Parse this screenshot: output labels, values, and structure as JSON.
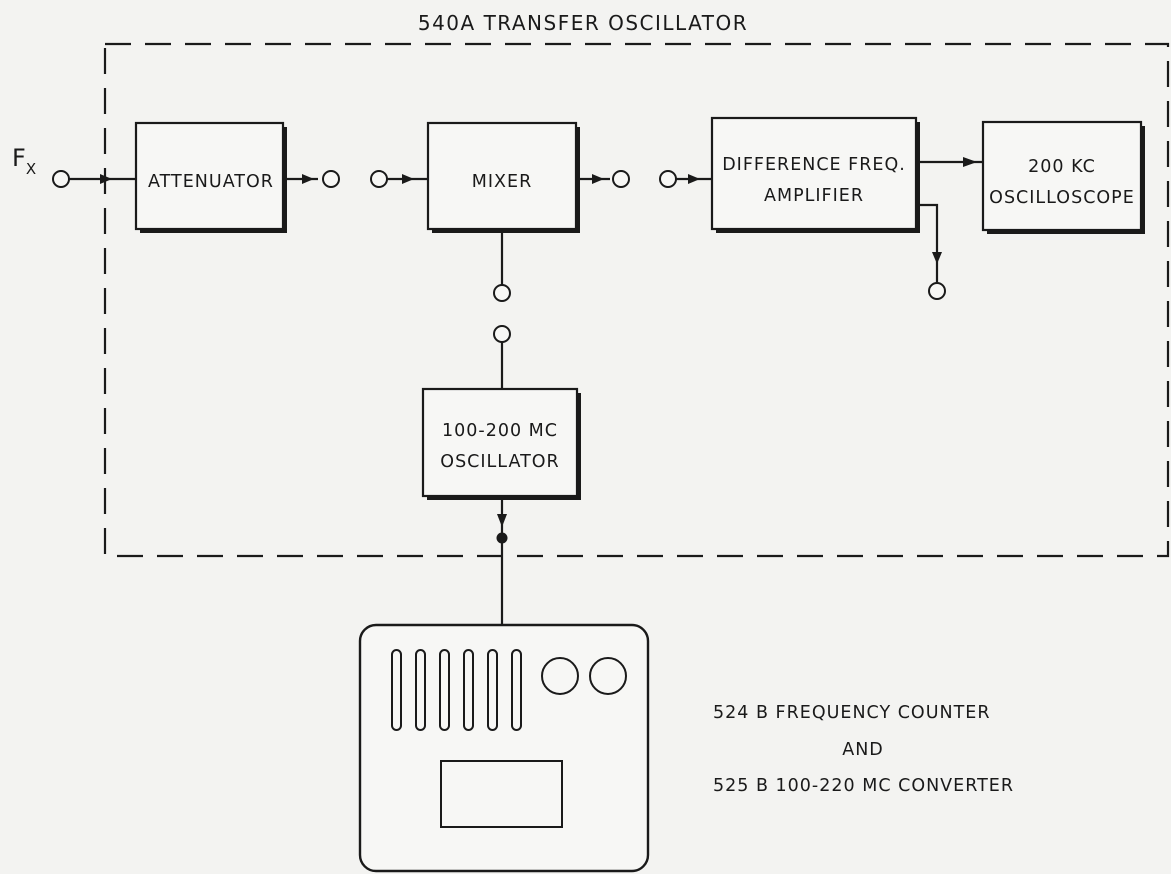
{
  "title": "540A   TRANSFER OSCILLATOR",
  "input": {
    "symbol": "F",
    "subscript": "X"
  },
  "blocks": {
    "attenuator": [
      "ATTENUATOR"
    ],
    "mixer": [
      "MIXER"
    ],
    "diff_amp": [
      "DIFFERENCE FREQ.",
      "AMPLIFIER"
    ],
    "scope": [
      "200 KC",
      "OSCILLOSCOPE"
    ],
    "osc": [
      "100-200 MC",
      "OSCILLATOR"
    ]
  },
  "counter_caption": {
    "line1": "524 B   FREQUENCY COUNTER",
    "line2": "AND",
    "line3": "525 B   100-220 MC  CONVERTER"
  },
  "counter_device": {
    "display_slots": 6,
    "knobs": 2
  }
}
